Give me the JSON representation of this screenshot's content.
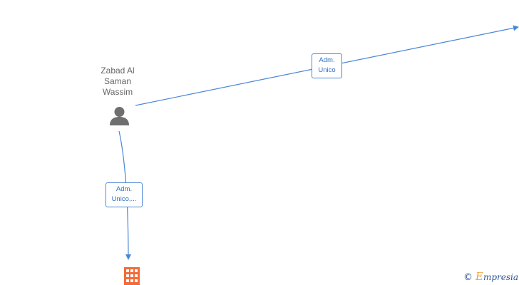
{
  "person": {
    "name_lines": [
      "Zabad Al",
      "Saman",
      "Wassim"
    ]
  },
  "edges": {
    "top": {
      "lines": [
        "Adm.",
        "Unico"
      ]
    },
    "bottom": {
      "lines": [
        "Adm.",
        "Unico,..."
      ]
    }
  },
  "watermark": {
    "copyright": "©",
    "brand_initial": "E",
    "brand_rest": "mpresia"
  },
  "colors": {
    "edge": "#4a86d8",
    "person_icon": "#6f6f6f",
    "company_icon": "#f26b38"
  }
}
